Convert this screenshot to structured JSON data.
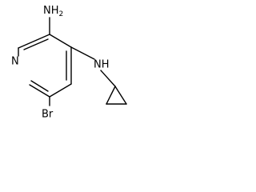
{
  "molecule": {
    "amine_top": {
      "main": "NH",
      "sub": "2"
    },
    "amine_side": "NH",
    "ring_nitrogen": "N",
    "bromine": "Br"
  }
}
